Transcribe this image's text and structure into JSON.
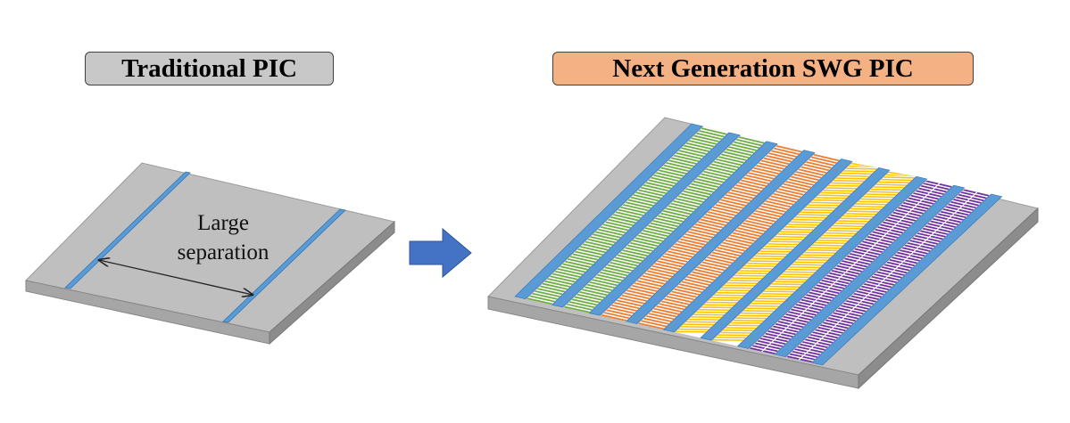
{
  "left_panel": {
    "title": "Traditional PIC",
    "title_bg": "#c8c8c8",
    "annotation_line1": "Large",
    "annotation_line2": "separation",
    "waveguide_count": 2
  },
  "right_panel": {
    "title": "Next Generation SWG PIC",
    "title_bg": "#f4b183",
    "waveguide_count": 10,
    "swg_bands": [
      {
        "color": "#70ad47",
        "pattern": "lines"
      },
      {
        "color": "#70ad47",
        "pattern": "lines"
      },
      {
        "color": "#ed7d31",
        "pattern": "lines"
      },
      {
        "color": "#ed7d31",
        "pattern": "lines"
      },
      {
        "color": "#ffc000",
        "pattern": "diagonal"
      },
      {
        "color": "#ffc000",
        "pattern": "diagonal"
      },
      {
        "color": "#7030a0",
        "pattern": "dots"
      },
      {
        "color": "#7030a0",
        "pattern": "dots"
      }
    ]
  },
  "arrow_color": "#4472c4",
  "waveguide_color": "#5b9bd5",
  "chip_top_color": "#bfbfbf",
  "chip_edge_color": "#8c8c8c"
}
